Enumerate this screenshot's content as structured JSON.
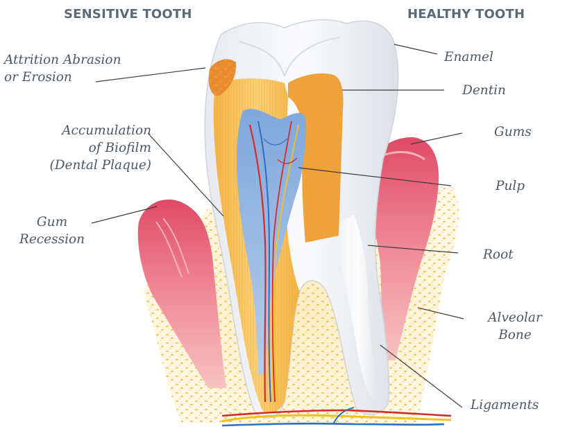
{
  "headings": {
    "left": "SENSITIVE TOOTH",
    "right": "HEALTHY TOOTH"
  },
  "labels": {
    "enamel": "Enamel",
    "dentin": "Dentin",
    "gums": "Gums",
    "pulp": "Pulp",
    "root": "Root",
    "alveolar_bone": [
      "Alveolar",
      "Bone"
    ],
    "ligaments": "Ligaments",
    "attrition": [
      "Attrition Abrasion",
      "or Erosion"
    ],
    "biofilm": [
      "Accumulation",
      "of Biofilm",
      "(Dental Plaque)"
    ],
    "gum_recession": [
      "Gum",
      "Recession"
    ]
  },
  "colors": {
    "heading_text": "#5a6a76",
    "label_text": "#4c5862",
    "leader_line": "#3c3c3c",
    "enamel": "#eef0f3",
    "dentin_exposed": "#f6c15a",
    "dentin_erosion": "#e88a2e",
    "pulp": "#8fb4e0",
    "gum": "#e8627a",
    "bone": "#f7e3a4",
    "nerve_red": "#d62a2a",
    "nerve_blue": "#2a6fc4",
    "nerve_yellow": "#f2c21a"
  }
}
